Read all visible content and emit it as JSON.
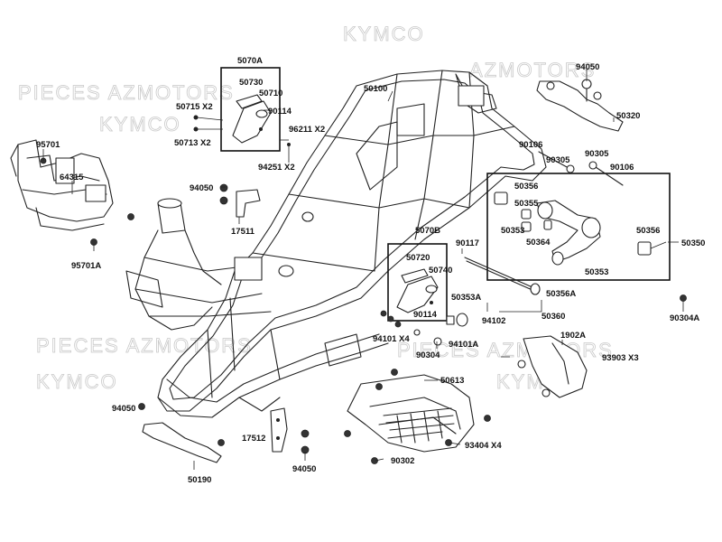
{
  "watermarks": [
    {
      "text": "PIECES AZMOTORS"
    },
    {
      "text": "KYMCO"
    },
    {
      "text": "AZMOTORS"
    },
    {
      "text": "KYMCO"
    },
    {
      "text": "PIECES AZMOTORS"
    },
    {
      "text": "KYMCO"
    },
    {
      "text": "PIECES AZMOTORS"
    },
    {
      "text": "KYMCO"
    }
  ],
  "callouts": {
    "c50070A": "5070A",
    "c50730": "50730",
    "c50710": "50710",
    "c50114a": "90114",
    "c50715": "50715 X2",
    "c50713": "50713 X2",
    "c96211": "96211 X2",
    "c94251": "94251 X2",
    "c50100": "50100",
    "c94050a": "94050",
    "c50320": "50320",
    "c95701": "95701",
    "c64315": "64315",
    "c94050b": "94050",
    "c17511": "17511",
    "c95701A": "95701A",
    "c90106a": "90106",
    "c90305a": "90305",
    "c90305b": "90305",
    "c90106b": "90106",
    "c50356a": "50356",
    "c50355": "50355",
    "c50353a": "50353",
    "c50364": "50364",
    "c50356b": "50356",
    "c50350": "50350",
    "c50353b": "50353",
    "c5070B": "5070B",
    "c50720": "50720",
    "c50740": "50740",
    "c90117": "90117",
    "c90114b": "90114",
    "c50353A": "50353A",
    "c50356A": "50356A",
    "c50360": "50360",
    "c94101": "94101 X4",
    "c94102": "94102",
    "c94101A": "94101A",
    "c90304": "90304",
    "c90304A": "90304A",
    "c1902A": "1902A",
    "c93903": "93903  X3",
    "c50613": "50613",
    "c94050c": "94050",
    "c17512": "17512",
    "c94050d": "94050",
    "c50190": "50190",
    "c93404": "93404  X4",
    "c90302": "90302"
  }
}
